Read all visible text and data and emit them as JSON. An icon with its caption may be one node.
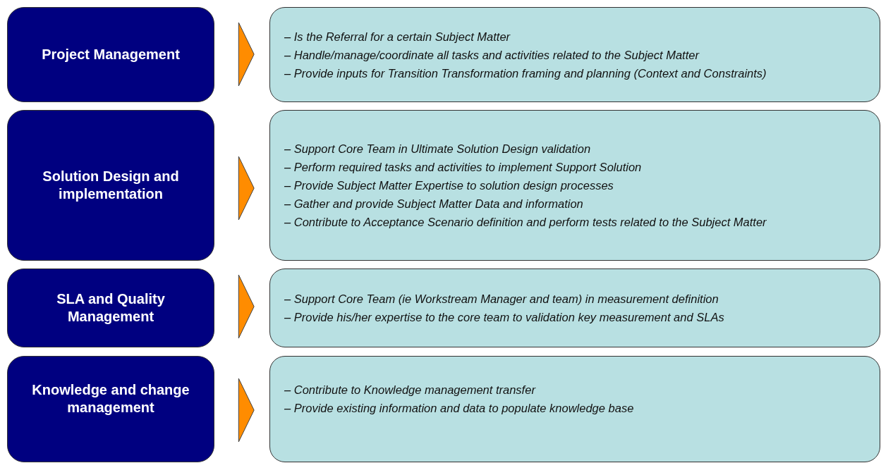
{
  "diagram": {
    "nodes": [
      {
        "text": [
          "Project Management"
        ]
      },
      {
        "text": [
          "– Is the Referral for a certain Subject Matter",
          "– Handle/manage/coordinate all tasks and activities related to the Subject Matter",
          "– Provide inputs for Transition Transformation framing and planning (Context and Constraints)"
        ]
      },
      {
        "text": [
          "Solution Design and implementation"
        ]
      },
      {
        "text": [
          "– Support Core Team in Ultimate Solution Design validation",
          "– Perform required tasks and activities to implement Support Solution",
          "– Provide Subject Matter Expertise to solution design processes",
          "– Gather and provide Subject Matter Data and information",
          "– Contribute to Acceptance Scenario definition and perform tests related to the Subject Matter"
        ]
      },
      {
        "text": [
          "SLA and Quality Management"
        ]
      },
      {
        "text": [
          "– Support Core Team (ie Workstream Manager and team) in measurement definition",
          "– Provide his/her expertise to the core team to validation key measurement and SLAs"
        ]
      },
      {
        "text": [
          "Knowledge and change management"
        ]
      },
      {
        "text": [
          "– Contribute to Knowledge management transfer",
          "– Provide existing information and data to populate knowledge base"
        ]
      }
    ],
    "edges": [
      {
        "from": 0,
        "to": 1,
        "arrow": "to"
      },
      {
        "from": 2,
        "to": 3,
        "arrow": "to"
      },
      {
        "from": 4,
        "to": 5,
        "arrow": "to"
      },
      {
        "from": 6,
        "to": 7,
        "arrow": "to"
      }
    ]
  }
}
